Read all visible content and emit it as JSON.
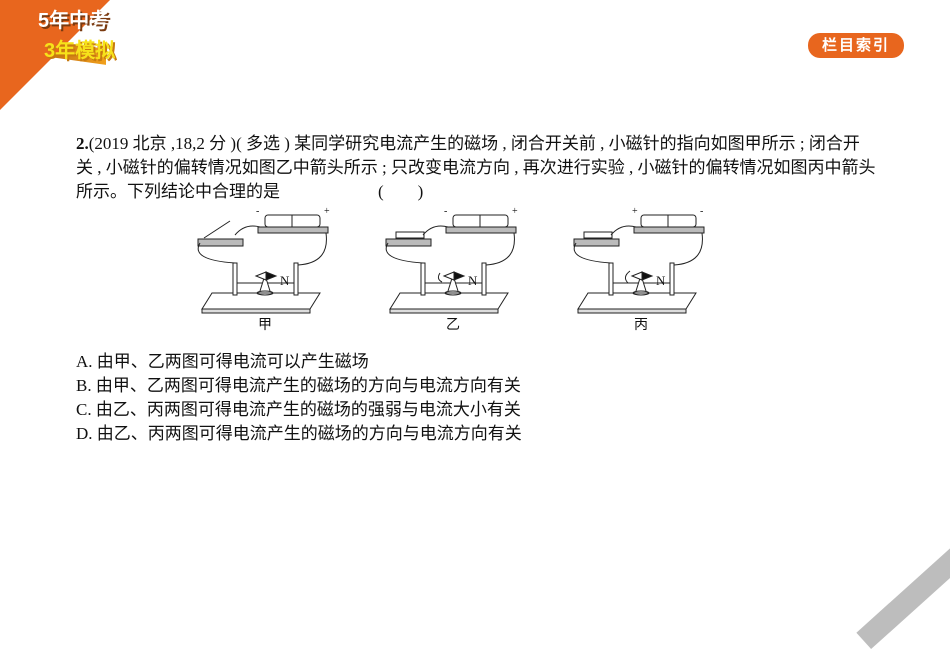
{
  "logo": {
    "line1": "5年中考",
    "line2": "3年模拟"
  },
  "header": {
    "index_button": "栏目索引"
  },
  "question": {
    "number": "2.",
    "source": "(2019 北京 ,18,2 分 )( 多选 ) ",
    "text": "某同学研究电流产生的磁场 , 闭合开关前 , 小磁针的指向如图甲所示 ; 闭合开关 , 小磁针的偏转情况如图乙中箭头所示 ; 只改变电流方向 , 再次进行实验 , 小磁针的偏转情况如图丙中箭头所示。下列结论中合理的是",
    "answer_blank": "(　　)"
  },
  "figures": [
    {
      "label": "甲",
      "needle_label": "N",
      "battery": [
        "-",
        "+"
      ]
    },
    {
      "label": "乙",
      "needle_label": "N",
      "battery": [
        "-",
        "+"
      ]
    },
    {
      "label": "丙",
      "needle_label": "N",
      "battery": [
        "+",
        "-"
      ]
    }
  ],
  "options": [
    "A. 由甲、乙两图可得电流可以产生磁场",
    "B. 由甲、乙两图可得电流产生的磁场的方向与电流方向有关",
    "C. 由乙、丙两图可得电流产生的磁场的强弱与电流大小有关",
    "D. 由乙、丙两图可得电流产生的磁场的方向与电流方向有关"
  ]
}
